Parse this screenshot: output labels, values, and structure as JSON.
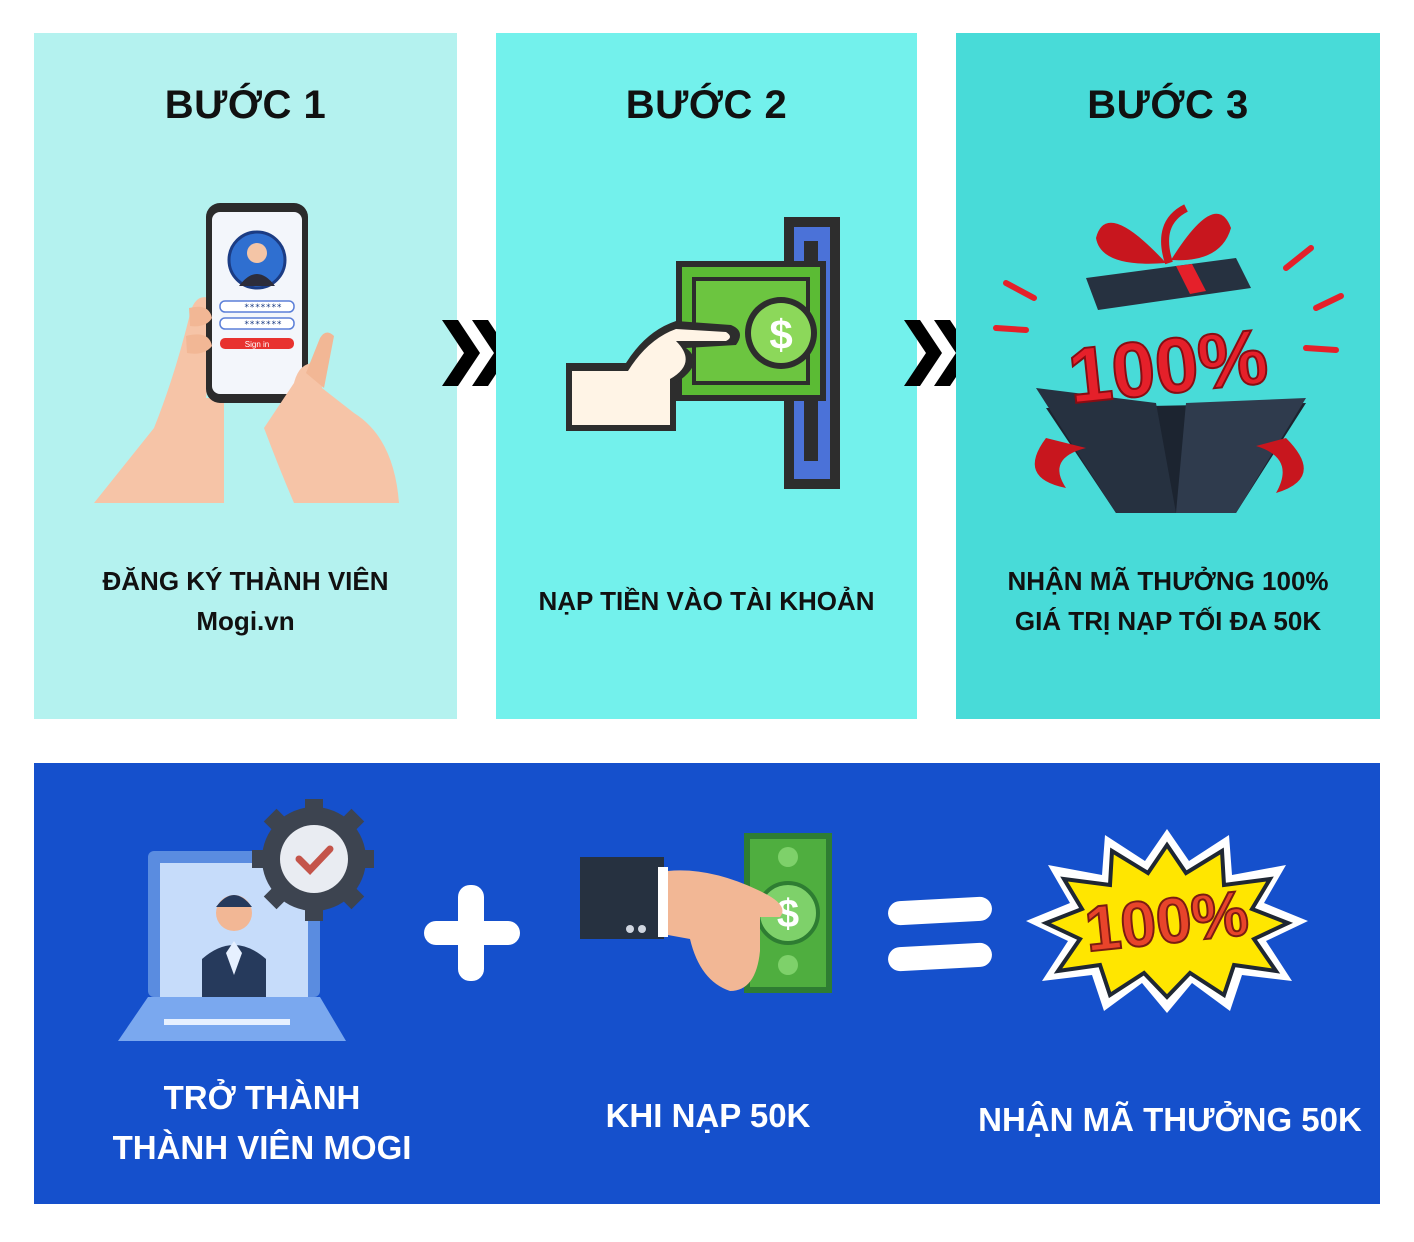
{
  "steps": [
    {
      "title": "BƯỚC 1",
      "line1": "ĐĂNG KÝ THÀNH VIÊN",
      "line2": "Mogi.vn",
      "phone_password": "*******",
      "phone_button": "Sign in"
    },
    {
      "title": "BƯỚC 2",
      "line1": "NẠP TIỀN VÀO TÀI KHOẢN",
      "money_symbol": "$"
    },
    {
      "title": "BƯỚC 3",
      "line1": "NHẬN MÃ THƯỞNG 100%",
      "line2": "GIÁ TRỊ NẠP TỐI ĐA 50K",
      "gift_text": "100%"
    }
  ],
  "formula": {
    "member_label_line1": "TRỞ THÀNH",
    "member_label_line2": "THÀNH VIÊN MOGI",
    "deposit_label": "KHI NẠP 50K",
    "reward_label": "NHẬN MÃ THƯỞNG 50K",
    "burst_text": "100%",
    "money_symbol": "$"
  },
  "colors": {
    "step1_bg": "#b4f2ef",
    "step2_bg": "#73f1ec",
    "step3_bg": "#48dbd8",
    "bottom_bg": "#1550cc",
    "money_green": "#6bbf3a",
    "gift_red": "#e5202a"
  }
}
